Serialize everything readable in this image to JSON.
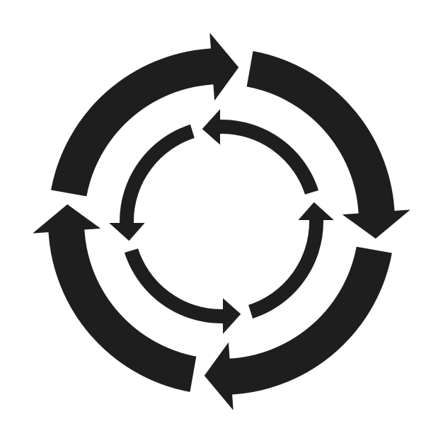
{
  "graphic": {
    "icon": "circular-arrows-icon",
    "description_icon_names": [
      "outer-ring-arrow-icon",
      "inner-ring-arrow-icon"
    ],
    "outer_ring": {
      "arrow_count": 4,
      "direction": "clockwise"
    },
    "inner_ring": {
      "arrow_count": 4,
      "direction": "counterclockwise"
    }
  },
  "colors": {
    "background": "#ffffff",
    "arrow_fill": "#1e1e1e",
    "gap_stroke": "#ffffff"
  }
}
